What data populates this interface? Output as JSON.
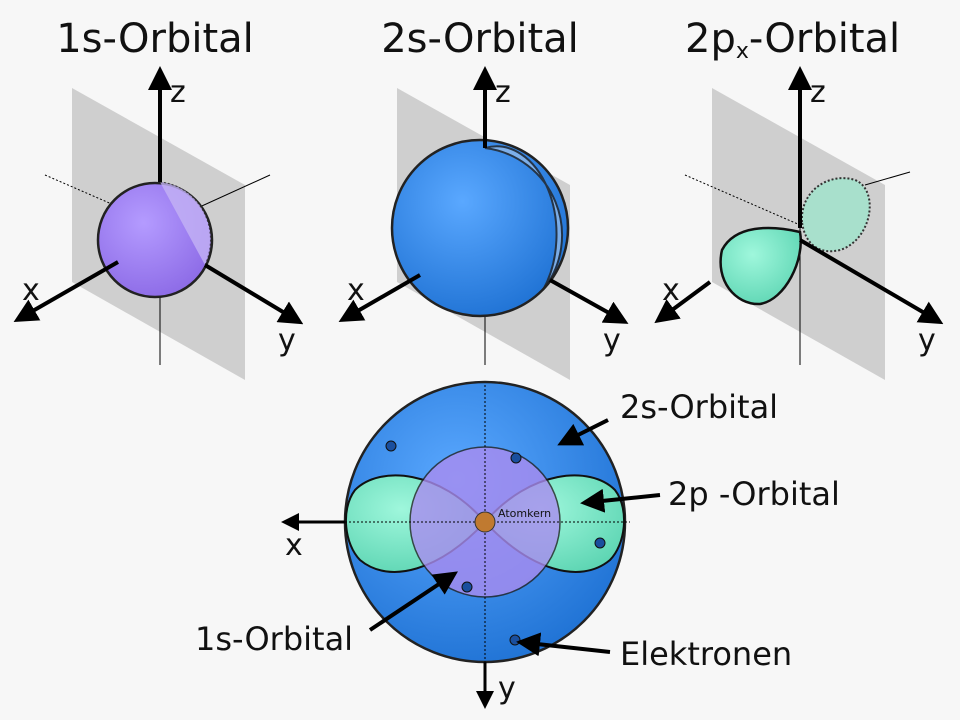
{
  "titles": {
    "s1": "1s-Orbital",
    "s2": "2s-Orbital",
    "p2_main": "2p",
    "p2_sub": "x",
    "p2_rest": "-Orbital"
  },
  "axes": {
    "x": "x",
    "y": "y",
    "z": "z"
  },
  "bottom": {
    "label_2s": "2s-Orbital",
    "label_2p": "2p -Orbital",
    "label_1s": "1s-Orbital",
    "label_electrons": "Elektronen",
    "label_nucleus": "Atomkern",
    "axis_x": "x",
    "axis_y": "y"
  },
  "colors": {
    "s1": "#9b7cf0",
    "s2": "#2f86e6",
    "p": "#7de8c8",
    "plane": "#c8c8c8"
  }
}
